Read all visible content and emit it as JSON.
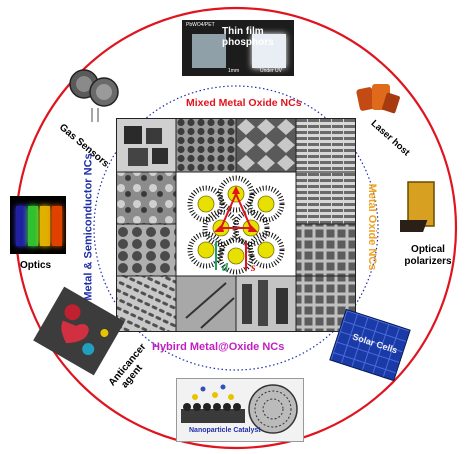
{
  "colors": {
    "outer_ring": "#e0141e",
    "inner_ring": "#1f2fa8",
    "mixed_label": "#e0141e",
    "metal_semiconductor_label": "#1f2fa8",
    "metal_oxide_label": "#f0a020",
    "hybrid_label": "#c020c0",
    "nc_core": "#e8e000",
    "nc_ligand": "#111111",
    "triangle": "#e0141e",
    "d_marker": "#20a060",
    "s_marker": "#e0141e"
  },
  "center": {
    "top_label": "Mixed Metal Oxide NCs",
    "left_label": "Metal & Semiconductor NCs",
    "right_label": "Metal Oxide NCs",
    "bottom_label": "Hybird Metal@Oxide NCs",
    "d_symbol": "d",
    "s_symbol": "s"
  },
  "applications": {
    "thin_film": {
      "label": "Thin film phosphors",
      "caption_left": "PbWO4/PET",
      "caption_scale": "1mm",
      "caption_right": "Under UV"
    },
    "laser_host": {
      "label": "Laser host"
    },
    "optical_polarizers": {
      "label": "Optical polarizers"
    },
    "solar_cells": {
      "label": "Solar Cells"
    },
    "nanoparticle_catalyst": {
      "label": "Nanoparticle Catalyst"
    },
    "anticancer": {
      "label": "Anticancer agent"
    },
    "optics": {
      "label": "Optics"
    },
    "gas_sensors": {
      "label": "Gas Sensors"
    }
  }
}
